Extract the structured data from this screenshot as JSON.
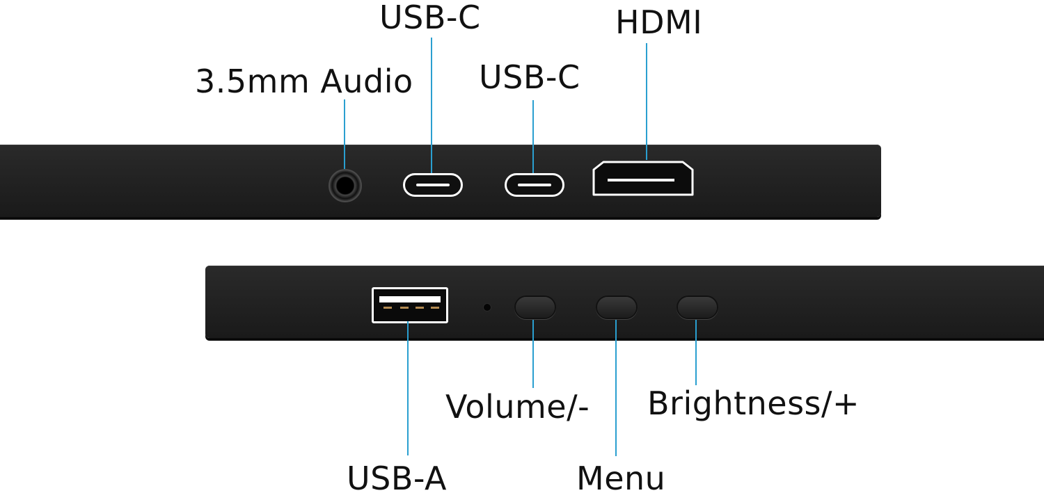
{
  "labels": {
    "audio": "3.5mm Audio",
    "usbc_1": "USB-C",
    "usbc_2": "USB-C",
    "hdmi": "HDMI",
    "usba": "USB-A",
    "volume": "Volume/-",
    "menu": "Menu",
    "brightness": "Brightness/+"
  },
  "colors": {
    "leader_line": "#2a9fd0",
    "panel": "#1f1f1f",
    "port_outline": "#ffffff"
  },
  "icons": {
    "audio": "audio-jack-icon",
    "usbc": "usb-c-port-icon",
    "hdmi": "hdmi-port-icon",
    "usba": "usb-a-port-icon",
    "button": "rocker-button-icon",
    "indicator": "indicator-led-icon"
  }
}
